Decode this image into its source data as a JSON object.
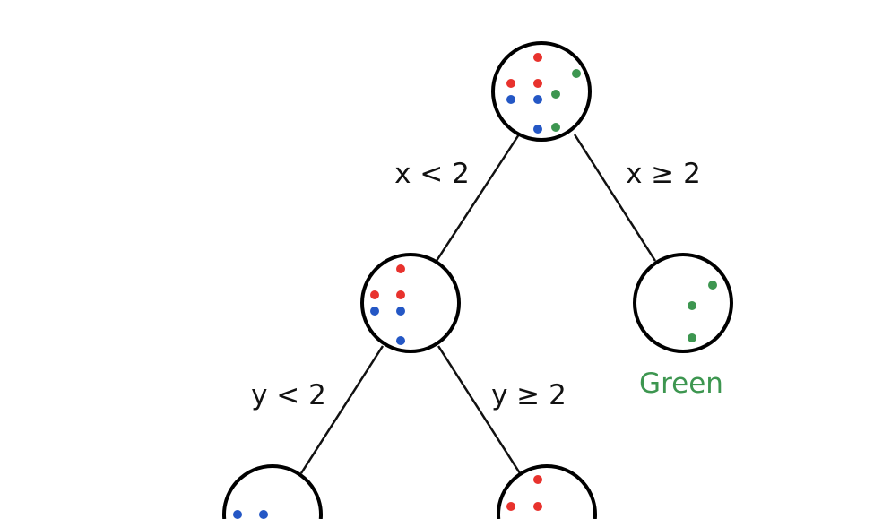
{
  "colors": {
    "red": "#e8322d",
    "blue": "#2457c5",
    "green": "#3d9650",
    "line": "#111111"
  },
  "edges": {
    "root_left": "x < 2",
    "root_right": "x ≥ 2",
    "left_left": "y < 2",
    "left_right": "y ≥ 2"
  },
  "leaves": {
    "right": "Green"
  },
  "nodes": {
    "root": {
      "red": 3,
      "blue": 3,
      "green": 3
    },
    "left": {
      "red": 3,
      "blue": 3
    },
    "right": {
      "green": 3
    },
    "left_left": {
      "blue": 2
    },
    "left_right": {
      "red": 3
    }
  }
}
